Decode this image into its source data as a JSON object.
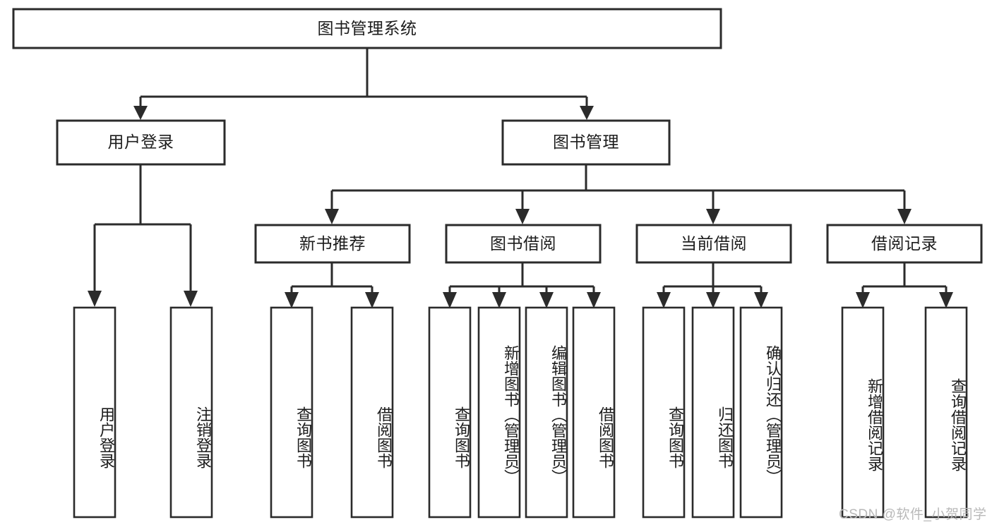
{
  "diagram": {
    "type": "tree",
    "title": "图书管理系统",
    "orientation": "top-down",
    "watermark": "CSDN @软件_小贺同学",
    "colors": {
      "background": "#ffffff",
      "stroke": "#2b2b2b",
      "text": "#1c1c1c",
      "watermark": "#b9b9b9"
    },
    "nodes": {
      "root": {
        "label": "图书管理系统"
      },
      "level2": [
        {
          "id": "user-login",
          "label": "用户登录"
        },
        {
          "id": "book-management",
          "label": "图书管理"
        }
      ],
      "level3": [
        {
          "id": "new-book-recommend",
          "label": "新书推荐"
        },
        {
          "id": "book-borrow",
          "label": "图书借阅"
        },
        {
          "id": "current-borrow",
          "label": "当前借阅"
        },
        {
          "id": "borrow-record",
          "label": "借阅记录"
        }
      ],
      "leaves": {
        "user-login": [
          {
            "id": "leaf-user-login",
            "label": "用户登录"
          },
          {
            "id": "leaf-logout-login",
            "label": "注销登录"
          }
        ],
        "new-book-recommend": [
          {
            "id": "leaf-query-book-1",
            "label": "查询图书"
          },
          {
            "id": "leaf-borrow-book-1",
            "label": "借阅图书"
          }
        ],
        "book-borrow": [
          {
            "id": "leaf-query-book-2",
            "label": "查询图书"
          },
          {
            "id": "leaf-add-book",
            "label": "新增图书（管理员）"
          },
          {
            "id": "leaf-edit-book",
            "label": "编辑图书（管理员）"
          },
          {
            "id": "leaf-borrow-book-2",
            "label": "借阅图书"
          }
        ],
        "current-borrow": [
          {
            "id": "leaf-query-book-3",
            "label": "查询图书"
          },
          {
            "id": "leaf-return-book",
            "label": "归还图书"
          },
          {
            "id": "leaf-confirm-return",
            "label": "确认归还（管理员）"
          }
        ],
        "borrow-record": [
          {
            "id": "leaf-add-record",
            "label": "新增借阅记录"
          },
          {
            "id": "leaf-query-record",
            "label": "查询借阅记录"
          }
        ]
      }
    }
  }
}
